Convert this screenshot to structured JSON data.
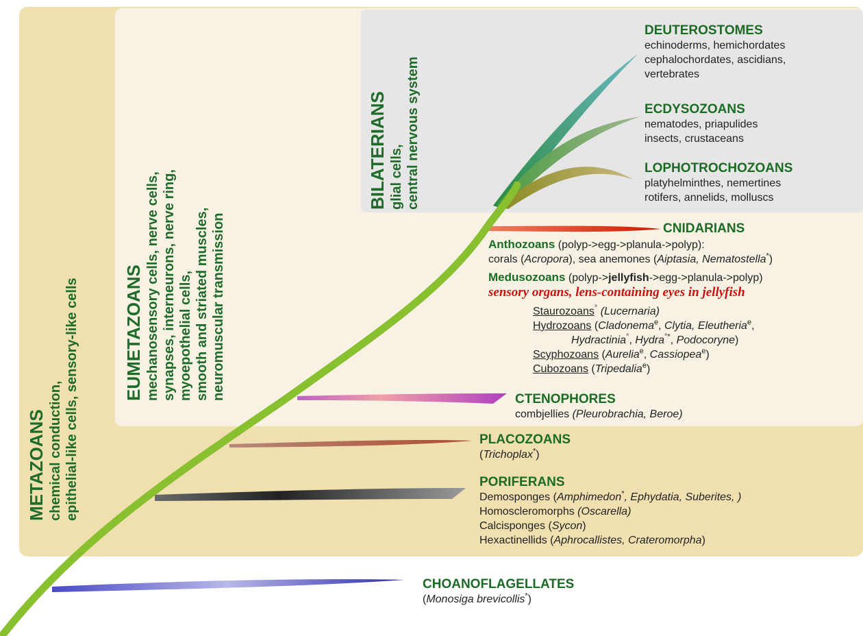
{
  "colors": {
    "metazoa_bg": "#f0e0b0",
    "eumetazoa_bg": "#f7f2e4",
    "bilateria_bg": "#e6e6e6",
    "green_text": "#1b6b24",
    "red_text": "#cc1111"
  },
  "metazoans": {
    "title": "METAZOANS",
    "line1": "chemical conduction,",
    "line2": "epithelial-like cells, sensory-like cells"
  },
  "eumetazoans": {
    "title": "EUMETAZOANS",
    "lines": [
      "mechanosensory cells, nerve cells,",
      "synapses, interneurons, nerve ring,",
      "myoepothelial cells,",
      "smooth and striated muscles,",
      "neuromuscular transmission"
    ]
  },
  "bilaterians": {
    "title": "BILATERIANS",
    "line1": "glial cells,",
    "line2": "central nervous system"
  },
  "deuterostomes": {
    "title": "DEUTEROSTOMES",
    "lines": [
      "echinoderms, hemichordates",
      "cephalochordates, ascidians,",
      "vertebrates"
    ]
  },
  "ecdysozoans": {
    "title": "ECDYSOZOANS",
    "lines": [
      "nematodes, priapulides",
      "insects, crustaceans"
    ]
  },
  "lophotrochozoans": {
    "title": "LOPHOTROCHOZOANS",
    "lines": [
      "platyhelminthes, nemertines",
      "rotifers, annelids, molluscs"
    ]
  },
  "cnidarians": {
    "title": "CNIDARIANS",
    "anthozoa_bold": "Anthozoans",
    "anthozoa_cycle": "(polyp->egg->planula->polyp):",
    "corals": "corals (",
    "acropora": "Acropora",
    "anemones": "), sea anemones (",
    "aiptasia": "Aiptasia, Nematostella",
    "star": "*",
    "close": ")",
    "medusozoa_bold": "Medusozoans",
    "medu_a": "(polyp->",
    "jellyfish": "jellyfish",
    "medu_b": "->egg->planula->polyp)",
    "sensory": "sensory organs, lens-containing eyes in jellyfish",
    "stauro": "Staurozoans",
    "stauro_sp": "(Lucernaria)",
    "hydro": "Hydrozoans",
    "hydro_sp1": "Cladonema",
    "hydro_sp2": "Clytia, Eleutheria",
    "hydro_sp3": "Hydractinia",
    "hydro_sp4": "Hydra",
    "hydro_sp5": "Podocoryne",
    "scypho": "Scyphozoans",
    "scypho_sp1": "Aurelia",
    "scypho_sp2": "Cassiopea",
    "cubo": "Cubozoans",
    "cubo_sp": "Tripedalia",
    "sup_e": "e",
    "sup_o": "°",
    "sup_os": "°*"
  },
  "ctenophores": {
    "title": "CTENOPHORES",
    "text": "combjellies",
    "species": "(Pleurobrachia, Beroe)"
  },
  "placozoans": {
    "title": "PLACOZOANS",
    "species": "Trichoplax"
  },
  "poriferans": {
    "title": "PORIFERANS",
    "demo": "Demosponges (",
    "demo_sp1": "Amphimedon",
    "demo_sp2": ", Ephydatia, Suberites,  )",
    "homo": "Homoscleromorphs",
    "homo_sp": "(Oscarella)",
    "calci": "Calcisponges (",
    "calci_sp": "Sycon",
    "hexa": "Hexactinellids (",
    "hexa_sp": "Aphrocallistes, Crateromorpha"
  },
  "choanoflagellates": {
    "title": "CHOANOFLAGELLATES",
    "species": "Monosiga brevicollis"
  }
}
